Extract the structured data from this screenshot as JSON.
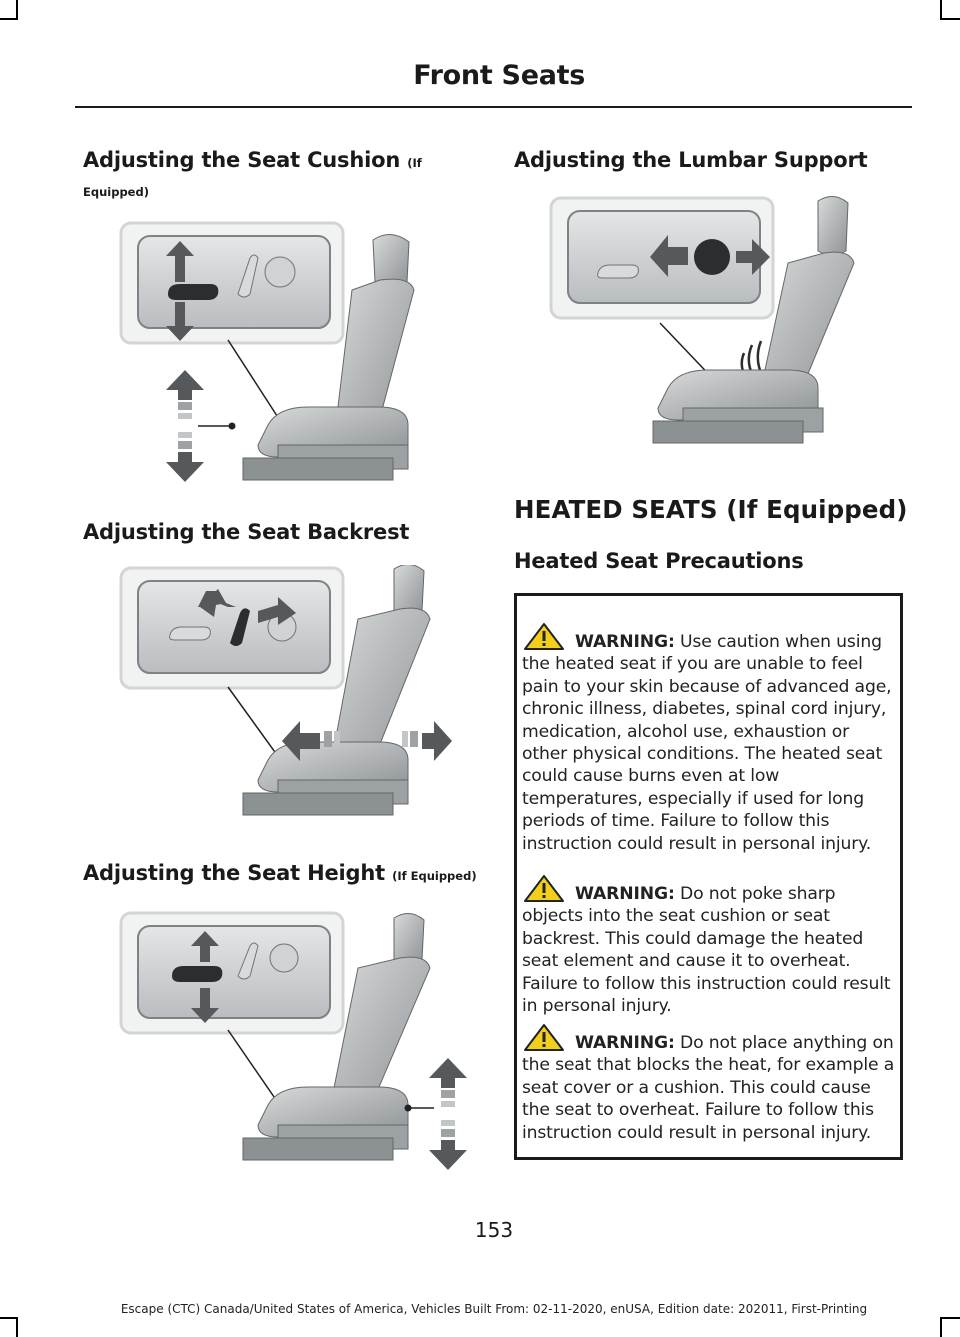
{
  "header": {
    "title": "Front Seats"
  },
  "left": {
    "section1": {
      "title": "Adjusting the Seat Cushion",
      "qualifier": "(If Equipped)",
      "qualifier_l1": "(If",
      "qualifier_l2": "Equipped)"
    },
    "section2": {
      "title": "Adjusting the Seat Backrest"
    },
    "section3": {
      "title": "Adjusting the Seat Height",
      "qualifier": "(If Equipped)"
    }
  },
  "right": {
    "section1": {
      "title": "Adjusting the Lumbar Support"
    },
    "heading": "HEATED SEATS (If Equipped)",
    "subheading": "Heated Seat Precautions",
    "warnings": [
      {
        "label": "WARNING:",
        "text": "Use caution when using the heated seat if you are unable to feel pain to your skin because of advanced age, chronic illness, diabetes, spinal cord injury, medication, alcohol use, exhaustion or other physical conditions. The heated seat could cause burns even at low temperatures, especially if used for long periods of time. Failure to follow this instruction could result in personal injury."
      },
      {
        "label": "WARNING:",
        "text": "Do not poke sharp objects into the seat cushion or seat backrest. This could damage the heated seat element and cause it to overheat. Failure to follow this instruction could result in personal injury."
      },
      {
        "label": "WARNING:",
        "text": "Do not place anything on the seat that blocks the heat, for example a seat cover or a cushion. This could cause the seat to overheat. Failure to follow this instruction could result in personal injury."
      }
    ]
  },
  "page_number": "153",
  "footer": "Escape (CTC) Canada/United States of America, Vehicles Built From: 02-11-2020, enUSA, Edition date: 202011, First-Printing",
  "figure_ids": [
    "E301111",
    "E301112",
    "E301113",
    "E301114"
  ],
  "colors": {
    "warning_yellow": "#f2cf1a",
    "arrow_gray": "#55595c",
    "panel_gray": "#c9cccd"
  }
}
